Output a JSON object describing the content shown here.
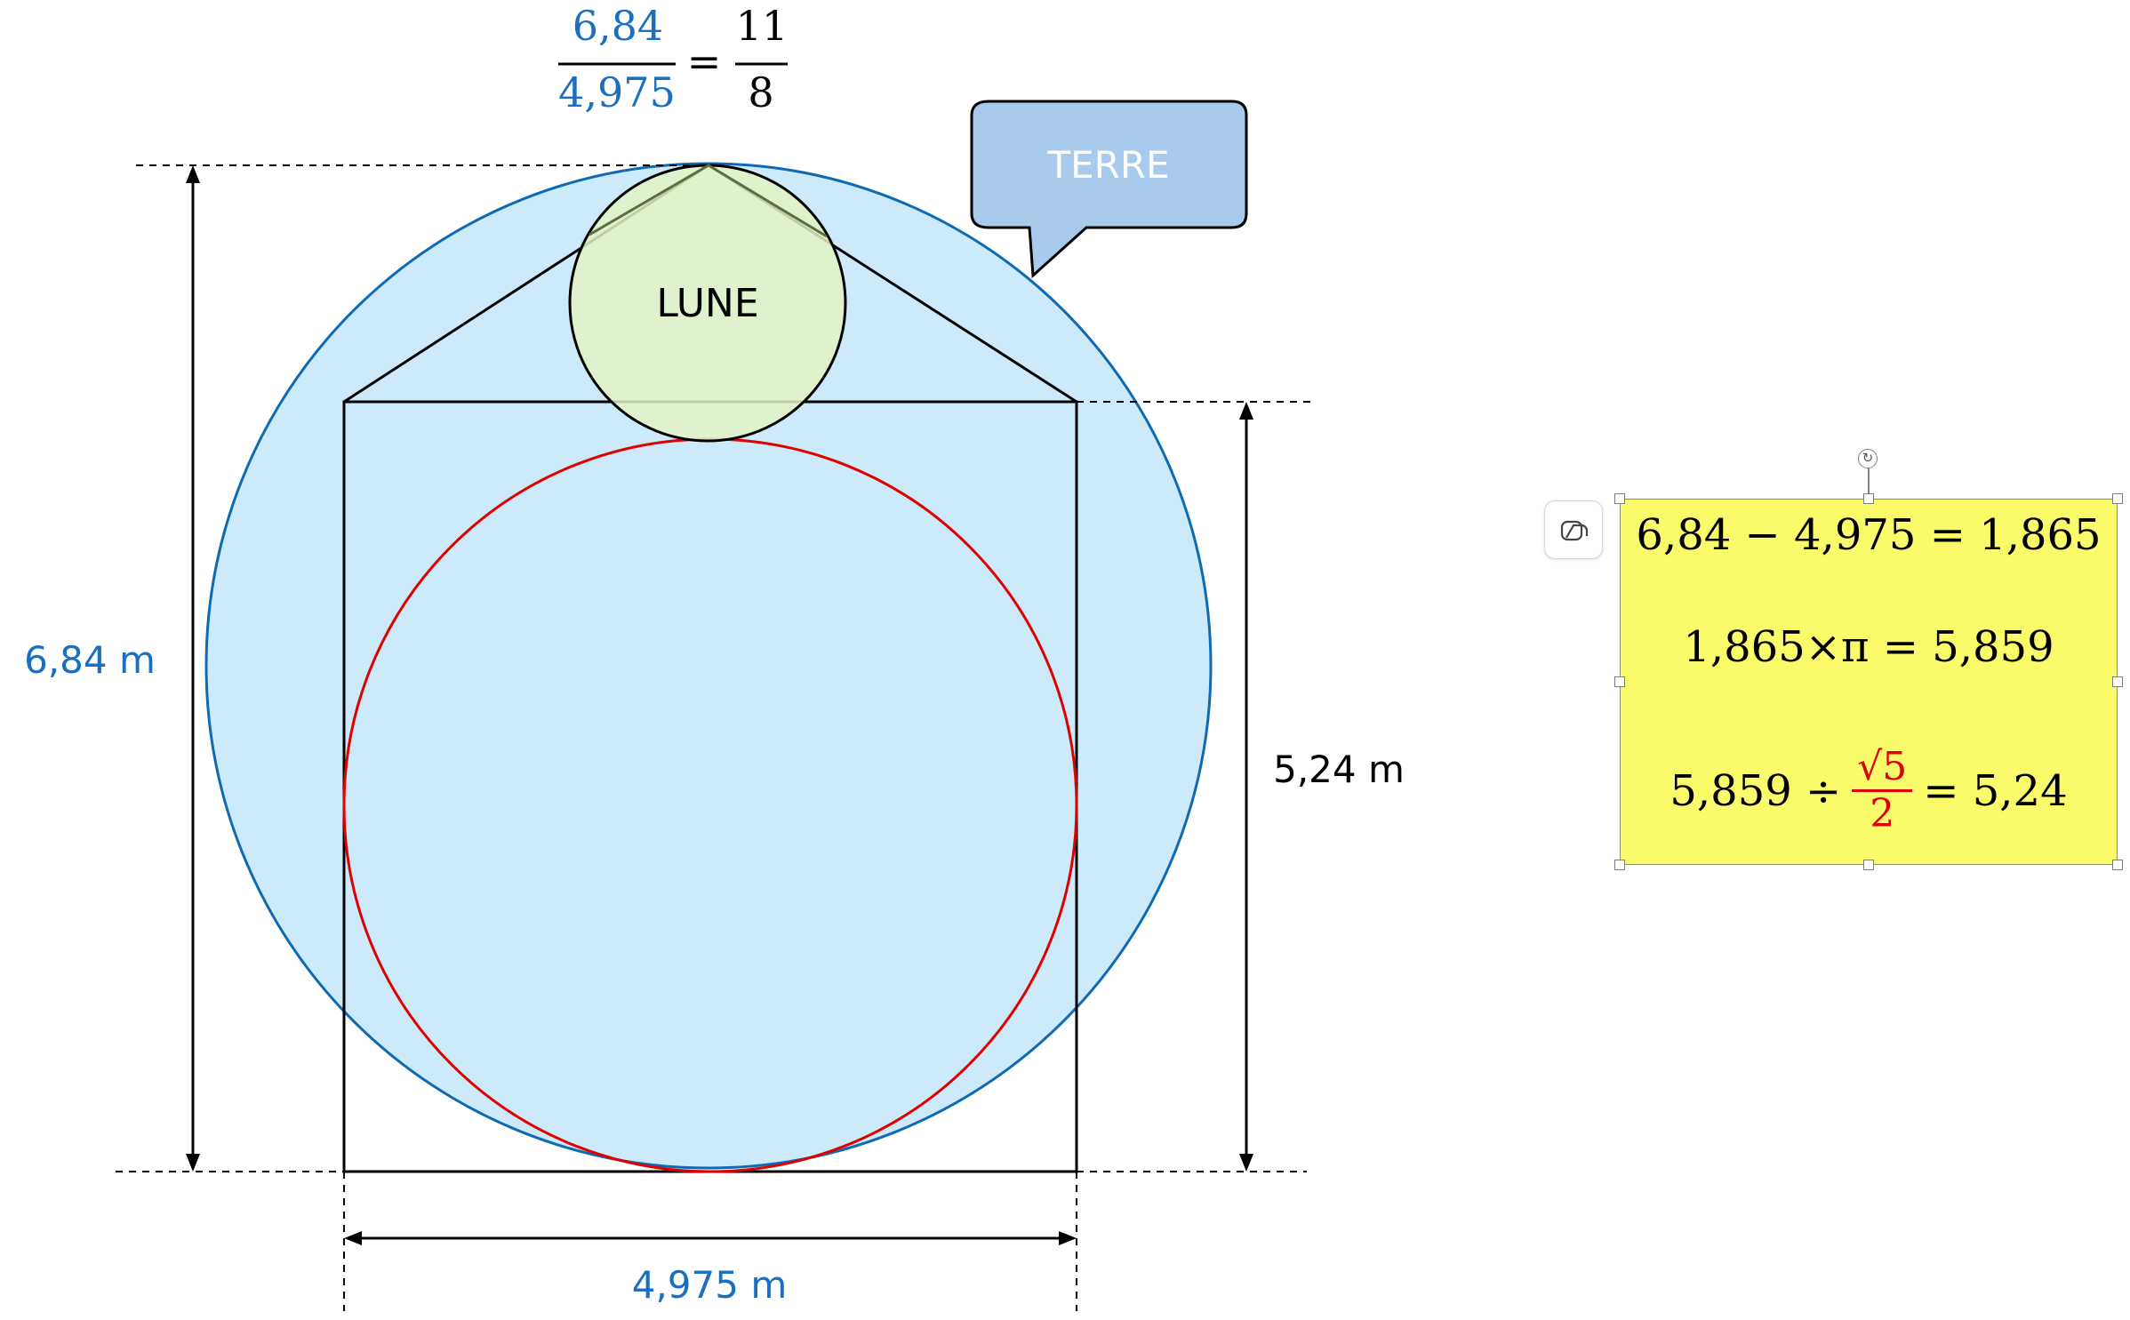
{
  "colors": {
    "earth_fill": "#cceaf9",
    "earth_stroke": "#0f6ab4",
    "moon_fill": "#e3f2c6",
    "moon_stroke": "#000000",
    "inner_circle_stroke": "#e00000",
    "blue_text": "#1a6fc1",
    "callout_fill": "#a8caec",
    "equation_box_fill": "#f9fb6b",
    "red_text": "#e00000"
  },
  "diagram": {
    "ratio": {
      "numerator": "6,84",
      "denominator": "4,975",
      "equals": "=",
      "result_numerator": "11",
      "result_denominator": "8"
    },
    "earth_callout": "TERRE",
    "moon_label": "LUNE",
    "left_dimension": "6,84 m",
    "right_dimension": "5,24 m",
    "bottom_dimension": "4,975 m"
  },
  "equations": {
    "line1": "6,84 − 4,975 = 1,865",
    "line2": "1,865×π = 5,859",
    "line3_left": "5,859 ÷",
    "line3_frac_num": "√5",
    "line3_frac_den": "2",
    "line3_right": "= 5,24"
  },
  "icons": {
    "rotate_handle": "rotate-icon",
    "copilot_button": "copilot-icon"
  }
}
